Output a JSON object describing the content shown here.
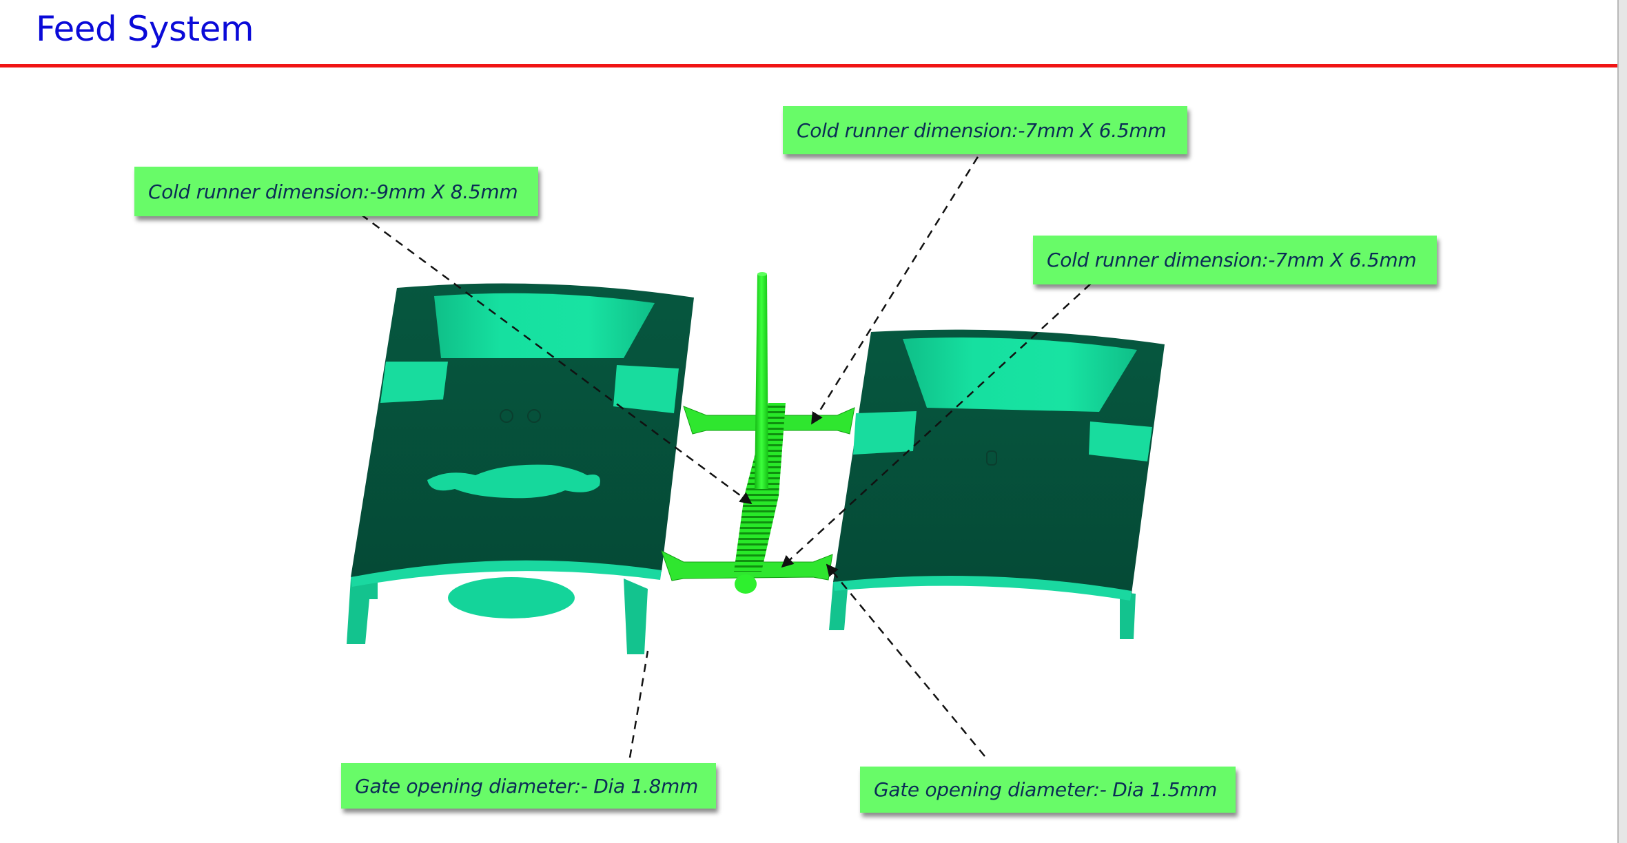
{
  "slide": {
    "title": "Feed System",
    "colors": {
      "title": "#0a0ad8",
      "title_rule": "#f01414",
      "callout_bg": "#68fb68",
      "callout_text": "#0b2b56",
      "part_dark": "#07533c",
      "part_light": "#16e0a0",
      "runner_green": "#22ee22",
      "leader_line": "#111111"
    }
  },
  "callouts": [
    {
      "id": "runner-main",
      "text": "Cold runner dimension:-9mm X 8.5mm"
    },
    {
      "id": "runner-upper",
      "text": "Cold runner dimension:-7mm X 6.5mm"
    },
    {
      "id": "runner-lower",
      "text": "Cold runner dimension:-7mm X 6.5mm"
    },
    {
      "id": "gate-left",
      "text": "Gate opening diameter:- Dia 1.8mm"
    },
    {
      "id": "gate-right",
      "text": "Gate opening diameter:- Dia 1.5mm"
    }
  ],
  "model": {
    "parts": [
      "left-cavity-part",
      "right-cavity-part"
    ],
    "feed": [
      "sprue",
      "main-runner",
      "upper-branch-runner",
      "lower-branch-runner",
      "gates"
    ]
  }
}
